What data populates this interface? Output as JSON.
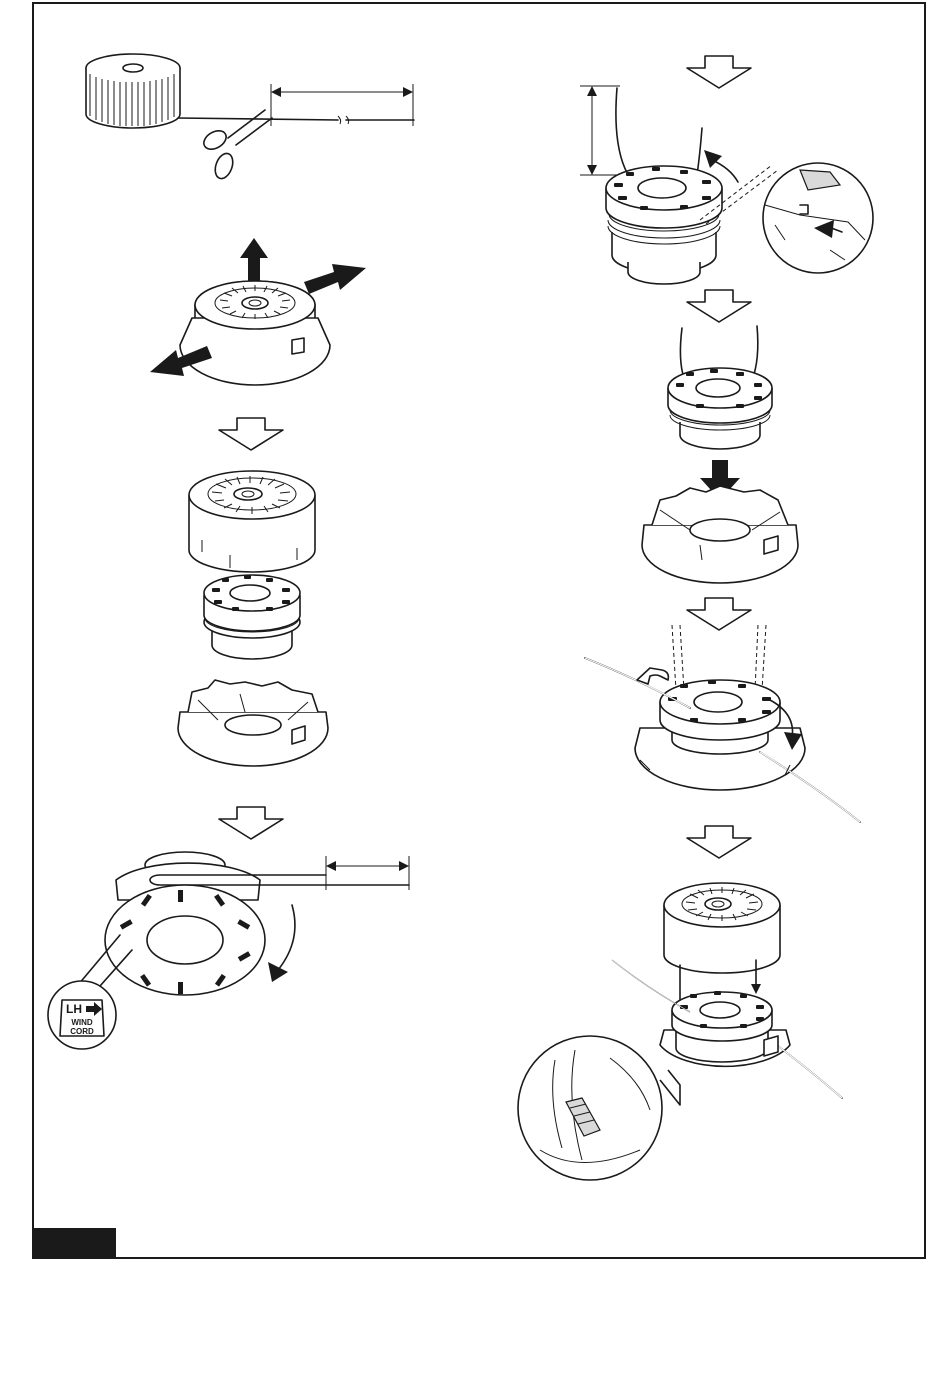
{
  "badge": {
    "line1": "LH",
    "line2": "WIND",
    "line3": "CORD"
  },
  "colors": {
    "ink": "#1a1a1a",
    "paper": "#ffffff",
    "tab": "#1a1a1a"
  },
  "icons": [
    "scissors-icon",
    "arrow-up-icon",
    "arrow-press-icon",
    "arrow-down-outline-icon",
    "arrow-right-icon",
    "rotate-arrow-icon"
  ]
}
